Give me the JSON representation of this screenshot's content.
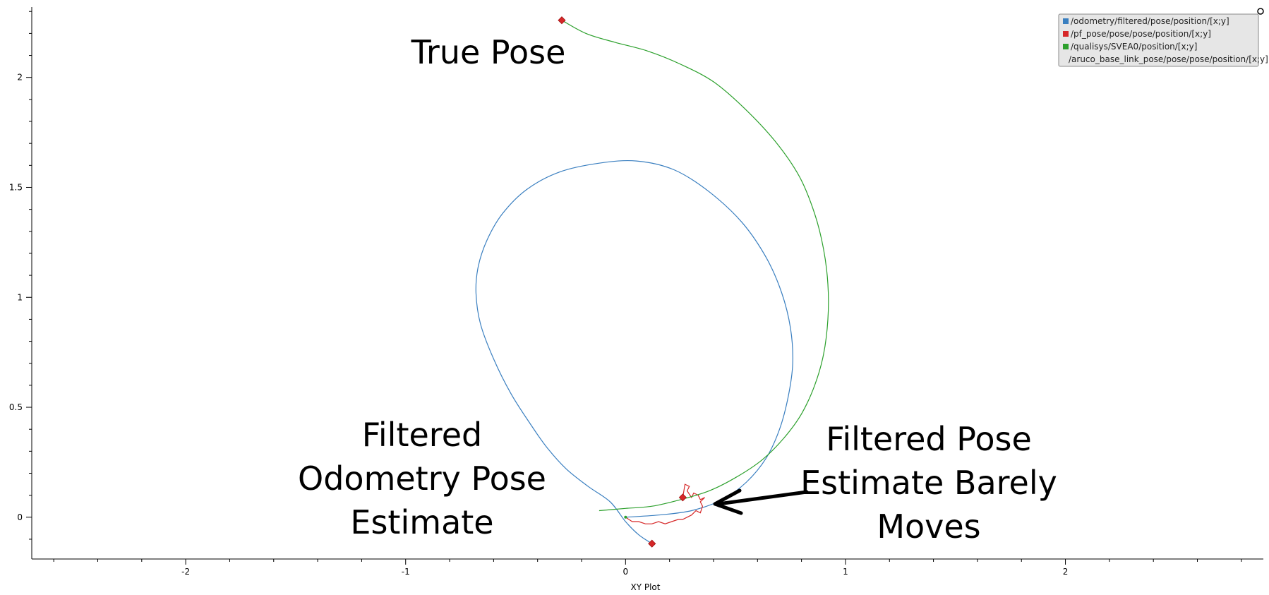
{
  "chart_data": {
    "type": "line",
    "title": "",
    "xlabel": "XY Plot",
    "ylabel": "",
    "xlim": [
      -2.7,
      2.9
    ],
    "ylim": [
      -0.19,
      2.32
    ],
    "x_ticks": [
      -2,
      -1,
      0,
      1,
      2
    ],
    "y_ticks": [
      0,
      0.5,
      1,
      1.5,
      2
    ],
    "grid": false,
    "legend": "top-right",
    "series": [
      {
        "name": "/odometry/filtered/pose/position/[x;y]",
        "color": "#3a7fc0",
        "x": [
          0.12,
          0.06,
          0.0,
          -0.07,
          -0.17,
          -0.27,
          -0.36,
          -0.43,
          -0.52,
          -0.6,
          -0.66,
          -0.68,
          -0.67,
          -0.63,
          -0.56,
          -0.45,
          -0.3,
          -0.12,
          0.05,
          0.22,
          0.38,
          0.53,
          0.64,
          0.71,
          0.75,
          0.76,
          0.74,
          0.7,
          0.64,
          0.55,
          0.44,
          0.3,
          0.15,
          0.0
        ],
        "y": [
          -0.12,
          -0.08,
          -0.02,
          0.07,
          0.14,
          0.22,
          0.32,
          0.42,
          0.56,
          0.72,
          0.88,
          1.02,
          1.14,
          1.26,
          1.38,
          1.49,
          1.57,
          1.61,
          1.62,
          1.58,
          1.48,
          1.34,
          1.18,
          1.02,
          0.86,
          0.7,
          0.55,
          0.4,
          0.27,
          0.16,
          0.08,
          0.03,
          0.01,
          0.0
        ]
      },
      {
        "name": "/pf_pose/pose/pose/position/[x;y]",
        "color": "#d62728",
        "x": [
          0.0,
          0.03,
          0.06,
          0.09,
          0.12,
          0.15,
          0.18,
          0.21,
          0.24,
          0.26,
          0.28,
          0.3,
          0.32,
          0.34,
          0.35,
          0.34,
          0.36,
          0.34,
          0.33,
          0.31,
          0.3,
          0.28,
          0.29,
          0.27,
          0.26
        ],
        "y": [
          0.0,
          -0.02,
          -0.02,
          -0.03,
          -0.03,
          -0.02,
          -0.03,
          -0.02,
          -0.01,
          -0.01,
          0.0,
          0.01,
          0.03,
          0.02,
          0.05,
          0.07,
          0.09,
          0.08,
          0.1,
          0.11,
          0.09,
          0.12,
          0.14,
          0.15,
          0.09
        ]
      },
      {
        "name": "/qualisys/SVEA0/position/[x;y]",
        "color": "#2ca02c",
        "x": [
          -0.29,
          -0.18,
          -0.05,
          0.1,
          0.25,
          0.4,
          0.54,
          0.68,
          0.79,
          0.86,
          0.9,
          0.92,
          0.92,
          0.9,
          0.86,
          0.8,
          0.72,
          0.62,
          0.5,
          0.38,
          0.25,
          0.12,
          0.0,
          -0.12
        ],
        "y": [
          2.26,
          2.2,
          2.16,
          2.12,
          2.06,
          1.98,
          1.86,
          1.71,
          1.55,
          1.38,
          1.22,
          1.06,
          0.9,
          0.74,
          0.6,
          0.47,
          0.36,
          0.26,
          0.18,
          0.12,
          0.08,
          0.05,
          0.04,
          0.03
        ]
      },
      {
        "name": "/aruco_base_link_pose/pose/pose/position/[x;y]",
        "color": "",
        "x": [],
        "y": []
      }
    ],
    "markers": [
      {
        "x": -0.29,
        "y": 2.26,
        "color": "#d62728"
      },
      {
        "x": 0.12,
        "y": -0.12,
        "color": "#d62728"
      },
      {
        "x": 0.26,
        "y": 0.09,
        "color": "#d62728"
      }
    ],
    "annotations": [
      {
        "lines": [
          "True Pose"
        ]
      },
      {
        "lines": [
          "Filtered",
          "Odometry Pose",
          "Estimate"
        ]
      },
      {
        "lines": [
          "Filtered Pose",
          "Estimate Barely",
          "Moves"
        ]
      }
    ]
  }
}
